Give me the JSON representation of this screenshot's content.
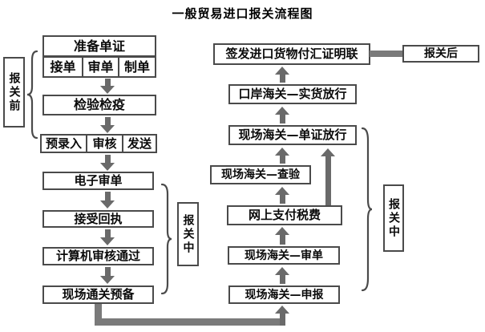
{
  "title": "一般贸易进口报关流程图",
  "labels": {
    "pre_declaration": "报关前",
    "in_declaration_left": "报关中",
    "in_declaration_right": "报关中",
    "post_declaration": "报关后"
  },
  "left_column": {
    "prepare_documents": "准备单证",
    "prepare_sub_steps": [
      "接单",
      "审单",
      "制单"
    ],
    "inspection_quarantine": "检验检疫",
    "pre_entry_steps": [
      "预录入",
      "审核",
      "发送"
    ],
    "electronic_review": "电子审单",
    "receive_receipt": "接受回执",
    "computer_review_passed": "计算机审核通过",
    "site_clearance_preparation": "现场通关预备"
  },
  "right_column": {
    "site_customs_declaration": "现场海关—申报",
    "site_customs_document_review": "现场海关—审单",
    "online_tax_payment": "网上支付税费",
    "site_customs_inspection": "现场海关—查验",
    "site_customs_document_release": "现场海关—单证放行",
    "port_customs_cargo_release": "口岸海关—实货放行",
    "issue_import_payment_certificate": "签发进口货物付汇证明联"
  },
  "colors": {
    "border": "#4a4a4a",
    "arrow": "#6a6a6a",
    "connector": "#7a7a7a",
    "text": "#0a0a0a",
    "background": "#ffffff"
  }
}
